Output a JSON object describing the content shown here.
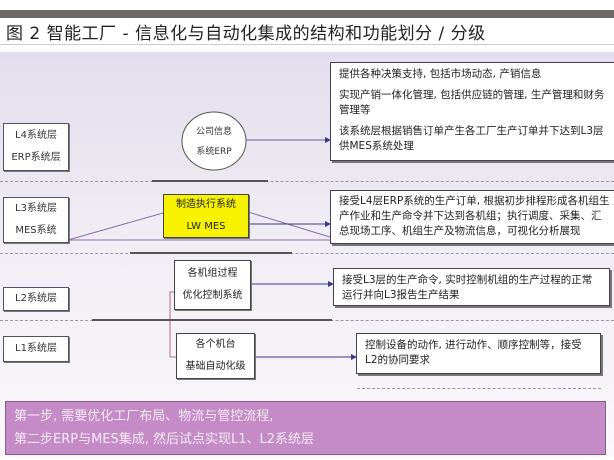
{
  "title": "图 2  智能工厂 - 信息化与自动化集成的结构和功能划分 / 分级",
  "levels": [
    {
      "line1": "L4系统层",
      "line2": "ERP系统层"
    },
    {
      "line1": "L3系统层",
      "line2": "MES系统"
    },
    {
      "line1": "L2系统层"
    },
    {
      "line1": "L1系统层"
    }
  ],
  "systems": {
    "erp": {
      "line1": "公司信息",
      "line2": "系统ERP"
    },
    "mes": {
      "line1": "制造执行系统",
      "line2": "LW MES"
    },
    "l2": {
      "line1": "各机组过程",
      "line2": "优化控制系统"
    },
    "l1": {
      "line1": "各个机台",
      "line2": "基础自动化级"
    }
  },
  "descriptions": {
    "l4": [
      "提供各种决策支持, 包括市场动态, 产销信息",
      "实现产销一体化管理, 包括供应链的管理, 生产管理和财务管理等",
      "该系统层根据销售订单产生各工厂生产订单并下达到L3层供MES系统处理"
    ],
    "l3": "接受L4层ERP系统的生产订单, 根据初步排程形成各机组生产作业和生产命令并下达到各机组；执行调度、采集、汇总现场工序、机组生产及物流信息，可视化分析展现",
    "l2": "接受L3层的生产命令, 实时控制机组的生产过程的正常运行并向L3报告生产结果",
    "l1": "控制设备的动作, 进行动作、顺序控制等，接受L2的协同要求"
  },
  "banner": {
    "line1": "第一步, 需要优化工厂布局、物流与管控流程,",
    "line2": "第二步ERP与MES集成, 然后试点实现L1、L2系统层"
  },
  "colors": {
    "mes_fill": "#f7f200",
    "banner": "#c48bc6",
    "arrow": "#3a3a8a"
  }
}
